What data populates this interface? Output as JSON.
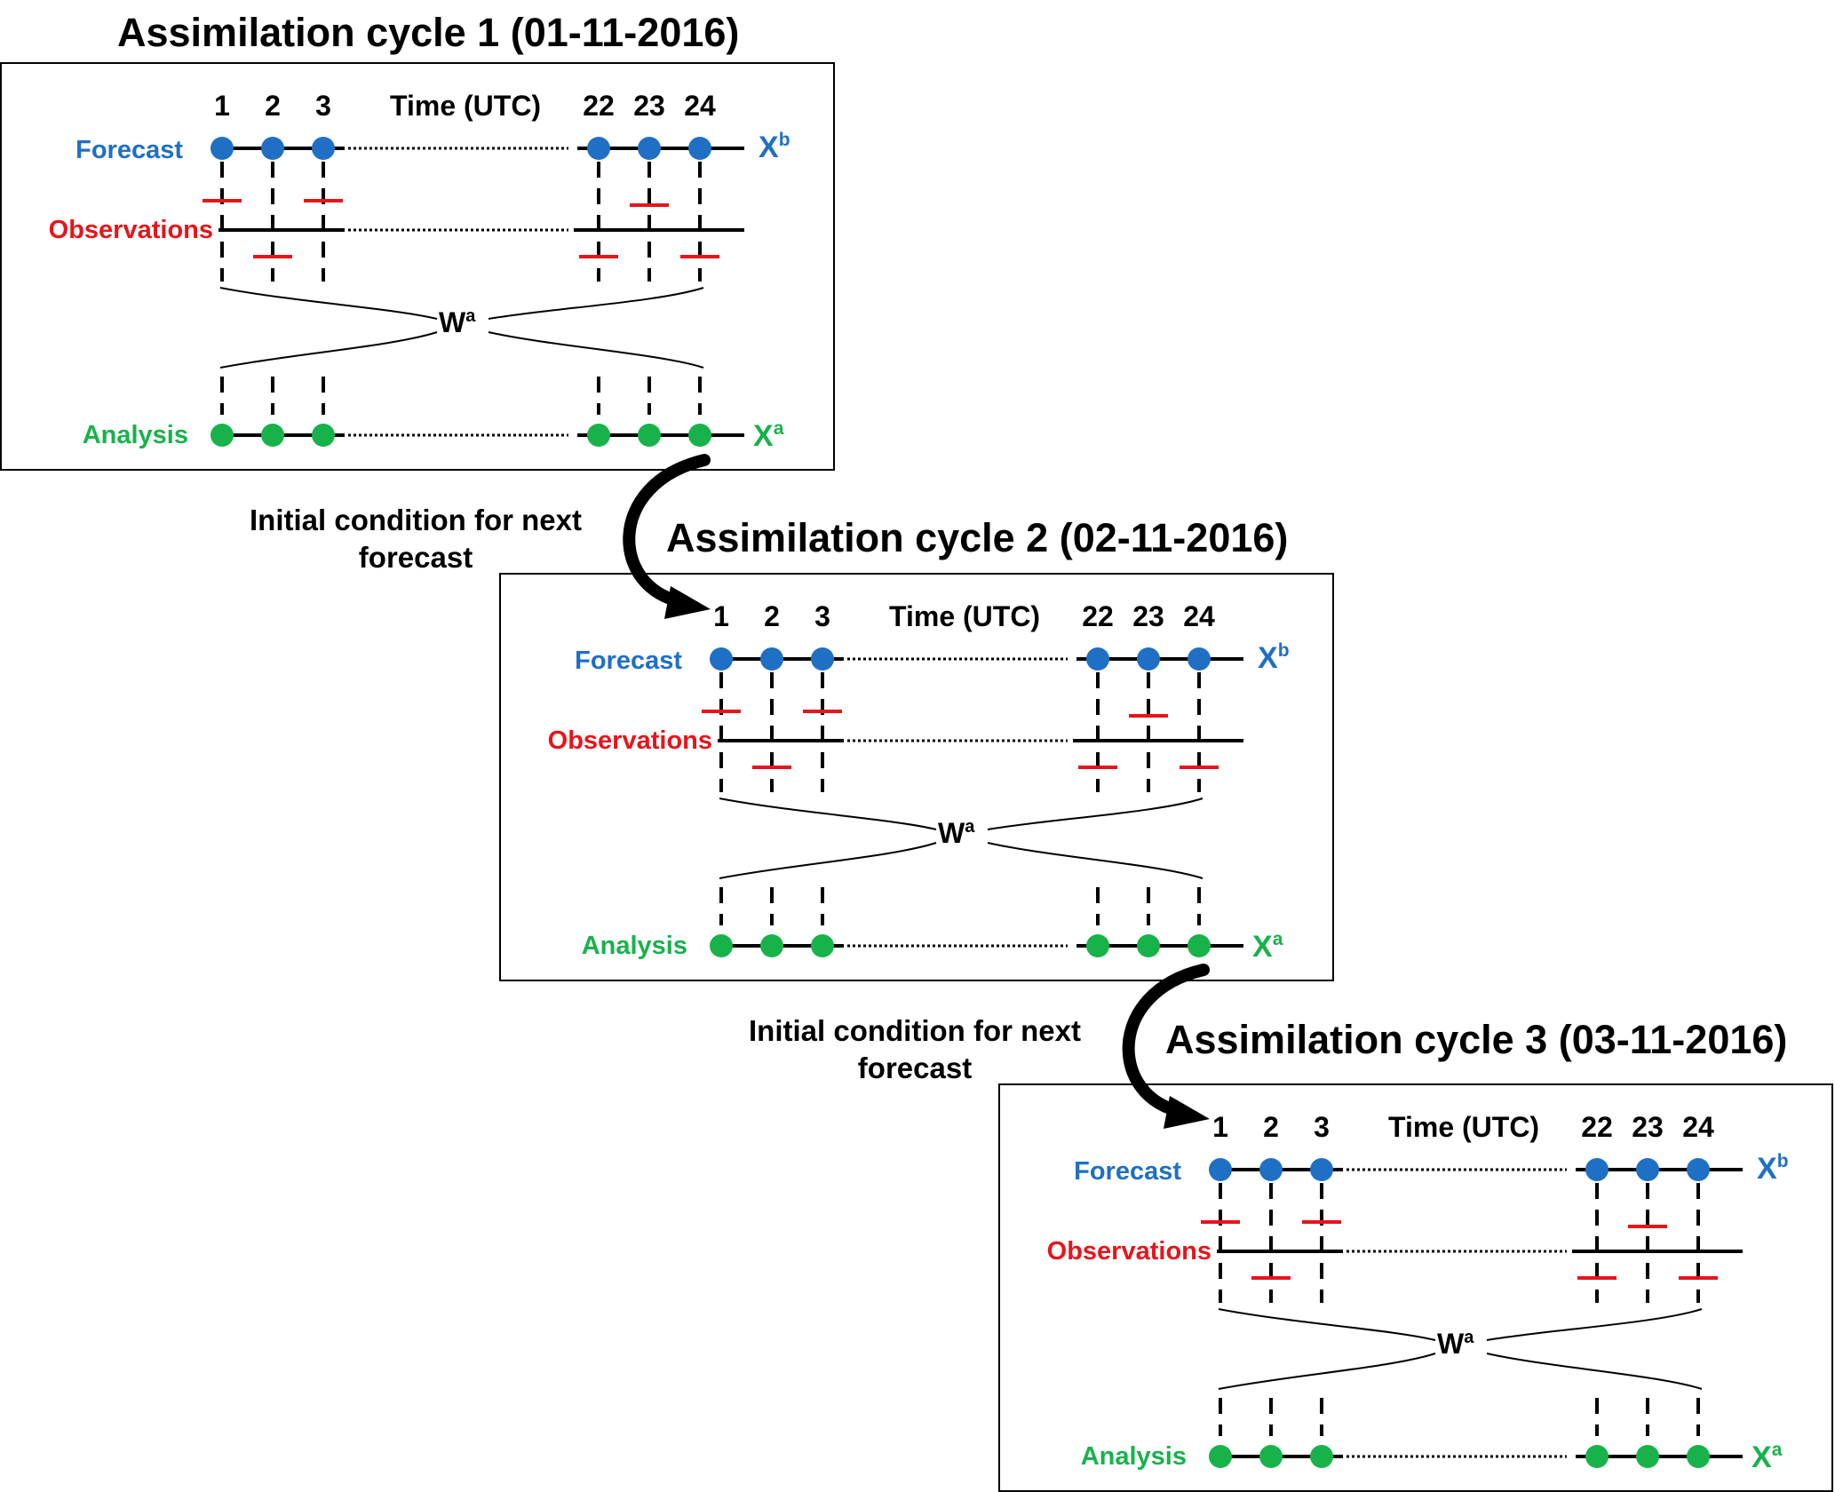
{
  "cycles": [
    {
      "title": "Assimilation cycle 1 (01-11-2016)"
    },
    {
      "title": "Assimilation cycle 2 (02-11-2016)"
    },
    {
      "title": "Assimilation cycle 3 (03-11-2016)"
    }
  ],
  "labels": {
    "forecast": "Forecast",
    "observations": "Observations",
    "analysis": "Analysis",
    "time_axis": "Time (UTC)",
    "weight_symbol": "W",
    "weight_superscript": "a",
    "background_symbol": "X",
    "background_superscript": "b",
    "analysis_symbol": "X",
    "analysis_superscript": "a"
  },
  "time_steps": [
    "1",
    "2",
    "3",
    "22",
    "23",
    "24"
  ],
  "initial_condition_label": [
    "Initial condition for next",
    "forecast"
  ],
  "colors": {
    "forecast": "#1f6fc5",
    "observations": "#e8141b",
    "analysis": "#18b24b",
    "line": "#000000"
  }
}
